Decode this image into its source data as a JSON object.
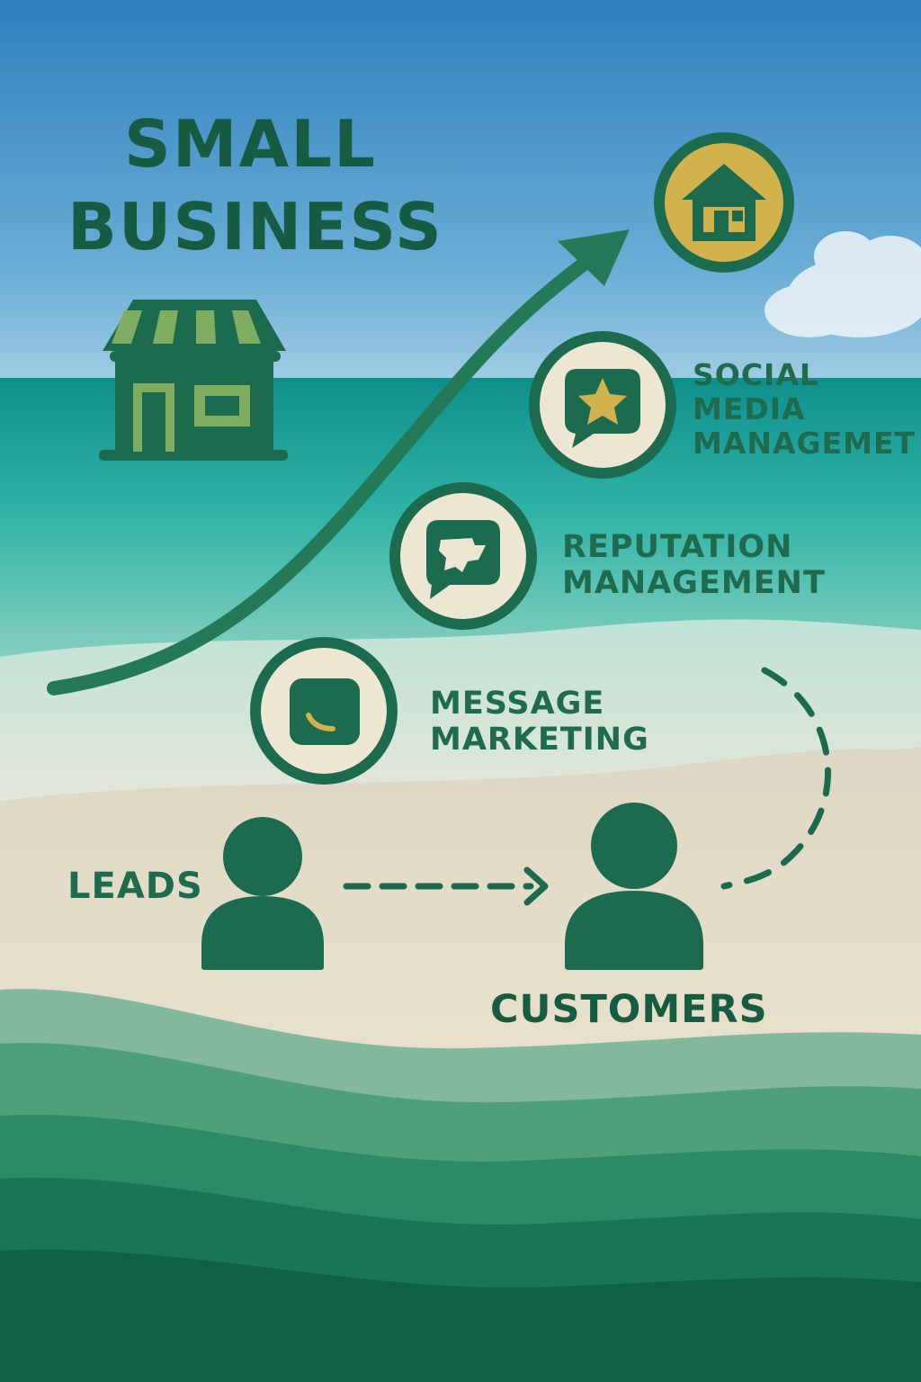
{
  "title": {
    "line1": "SMALL",
    "line2": "BUSINESS"
  },
  "services": [
    {
      "line1": "SOCIAL",
      "line2": "MEDIA",
      "line3": "MANAGEMET",
      "icon": "star-chat-icon"
    },
    {
      "line1": "REPUTATION",
      "line2": "MANAGEMENT",
      "icon": "map-chat-icon"
    },
    {
      "line1": "MESSAGE",
      "line2": "MARKETING",
      "icon": "phone-icon"
    }
  ],
  "funnel": {
    "leads_label": "LEADS",
    "customers_label": "CUSTOMERS"
  },
  "colors": {
    "dark_green": "#1d6b4f",
    "mid_green": "#2a7a5c",
    "light_green": "#6ea35f",
    "gold": "#d4b04a",
    "cream": "#ece6d2",
    "sky": "#3d8cc4",
    "sea": "#1aa39a",
    "sand": "#e3dcc6"
  }
}
